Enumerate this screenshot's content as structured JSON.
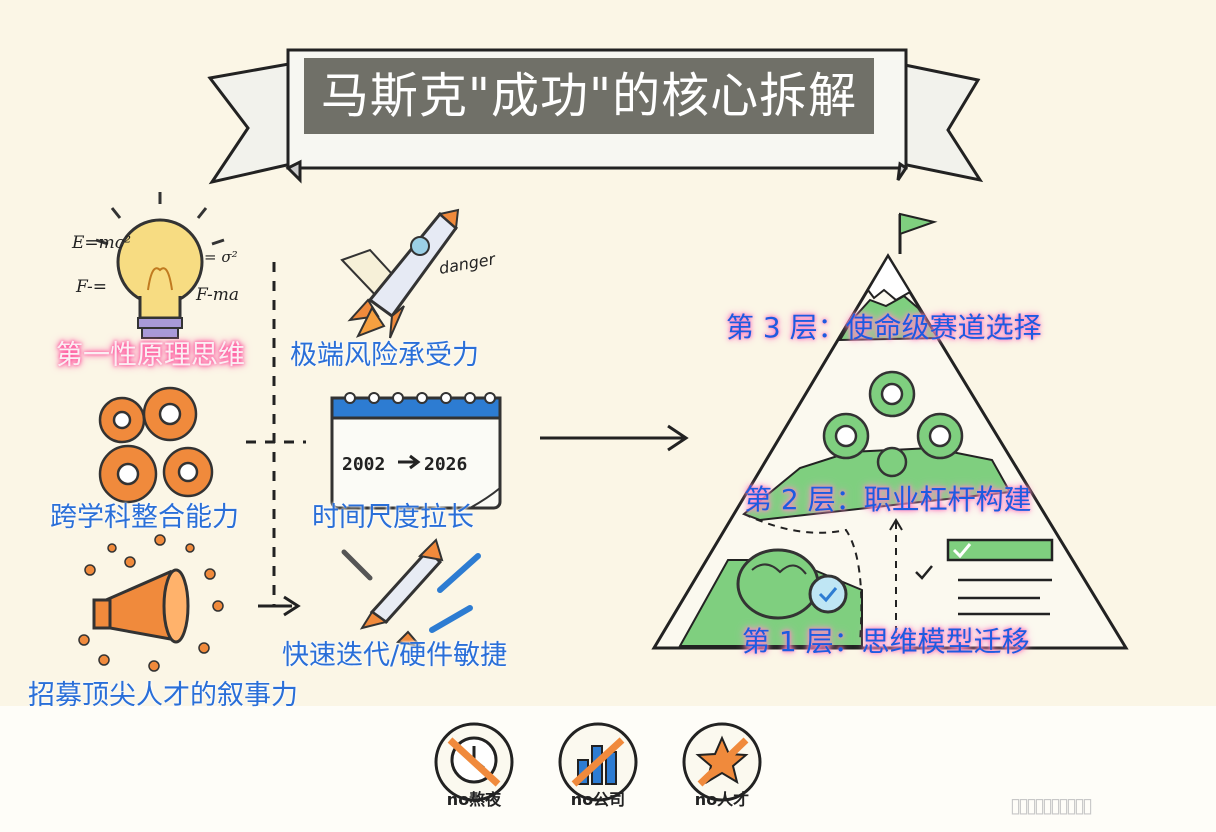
{
  "title": "马斯克\"成功\"的核心拆解",
  "left_traits": [
    {
      "label": "第一性原理思维",
      "style": "pink"
    },
    {
      "label": "跨学科整合能力",
      "style": "blue"
    },
    {
      "label": "招募顶尖人才的叙事力",
      "style": "blue"
    }
  ],
  "middle_traits": [
    {
      "label": "极端风险承受力"
    },
    {
      "label": "时间尺度拉长"
    },
    {
      "label": "快速迭代/硬件敏捷"
    }
  ],
  "bulb_formulas": {
    "f1": "E=mc²",
    "f2": "F-=",
    "f3": "= σ²",
    "f4": "F-ma"
  },
  "rocket_tag": "danger",
  "calendar": {
    "from": "2002",
    "to": "2026"
  },
  "pyramid_layers": [
    {
      "label": "第 3 层：使命级赛道选择"
    },
    {
      "label": "第 2 层：职业杠杆构建"
    },
    {
      "label": "第 1 层：思维模型迁移"
    }
  ],
  "bottom_icons": [
    {
      "label": "no熬夜",
      "icon": "clock-crossed-icon"
    },
    {
      "label": "no公司",
      "icon": "bar-chart-crossed-icon"
    },
    {
      "label": "no人才",
      "icon": "star-crossed-icon"
    }
  ],
  "watermark": "▯▯▯▯▯▯▯▯▯▯"
}
